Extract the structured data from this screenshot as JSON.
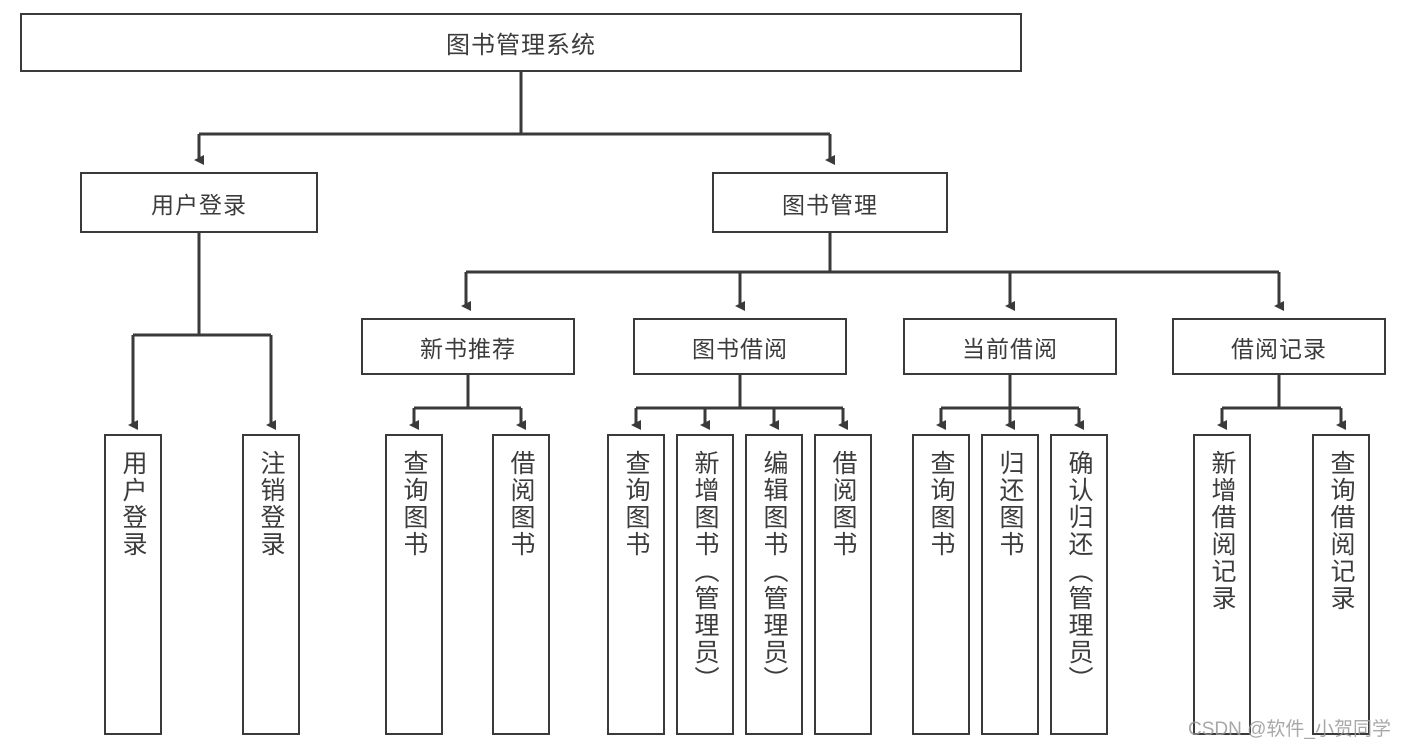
{
  "diagram": {
    "title": "图书管理系统",
    "type": "tree",
    "watermark": "CSDN @软件_小贺同学",
    "edge_color": "#3a3a3a",
    "box_border_color": "#3a3a3a",
    "text_color": "#3c3c3c",
    "background": "#ffffff"
  },
  "nodes": {
    "root": {
      "label": "图书管理系统",
      "level": 0,
      "orientation": "horizontal"
    },
    "level1": [
      {
        "id": "user-login",
        "label": "用户登录",
        "orientation": "horizontal"
      },
      {
        "id": "book-manage",
        "label": "图书管理",
        "orientation": "horizontal"
      }
    ],
    "level2": [
      {
        "id": "new-book-rec",
        "label": "新书推荐",
        "orientation": "horizontal",
        "parent": "book-manage"
      },
      {
        "id": "book-borrow",
        "label": "图书借阅",
        "orientation": "horizontal",
        "parent": "book-manage"
      },
      {
        "id": "current-borrow",
        "label": "当前借阅",
        "orientation": "horizontal",
        "parent": "book-manage"
      },
      {
        "id": "borrow-record",
        "label": "借阅记录",
        "orientation": "horizontal",
        "parent": "book-manage"
      }
    ],
    "leaves": [
      {
        "id": "leaf-user-login",
        "label": "用户登录",
        "parent": "user-login",
        "orientation": "vertical"
      },
      {
        "id": "leaf-user-logout",
        "label": "注销登录",
        "parent": "user-login",
        "orientation": "vertical"
      },
      {
        "id": "leaf-rec-query",
        "label": "查询图书",
        "parent": "new-book-rec",
        "orientation": "vertical"
      },
      {
        "id": "leaf-rec-borrow",
        "label": "借阅图书",
        "parent": "new-book-rec",
        "orientation": "vertical"
      },
      {
        "id": "leaf-borrow-query",
        "label": "查询图书",
        "parent": "book-borrow",
        "orientation": "vertical"
      },
      {
        "id": "leaf-borrow-add",
        "label": "新增图书（管理员）",
        "parent": "book-borrow",
        "orientation": "vertical"
      },
      {
        "id": "leaf-borrow-edit",
        "label": "编辑图书（管理员）",
        "parent": "book-borrow",
        "orientation": "vertical"
      },
      {
        "id": "leaf-borrow-lend",
        "label": "借阅图书",
        "parent": "book-borrow",
        "orientation": "vertical"
      },
      {
        "id": "leaf-cur-query",
        "label": "查询图书",
        "parent": "current-borrow",
        "orientation": "vertical"
      },
      {
        "id": "leaf-cur-return",
        "label": "归还图书",
        "parent": "current-borrow",
        "orientation": "vertical"
      },
      {
        "id": "leaf-cur-confirm",
        "label": "确认归还（管理员）",
        "parent": "current-borrow",
        "orientation": "vertical"
      },
      {
        "id": "leaf-rec-add",
        "label": "新增借阅记录",
        "parent": "borrow-record",
        "orientation": "vertical"
      },
      {
        "id": "leaf-rec-query2",
        "label": "查询借阅记录",
        "parent": "borrow-record",
        "orientation": "vertical"
      }
    ]
  }
}
